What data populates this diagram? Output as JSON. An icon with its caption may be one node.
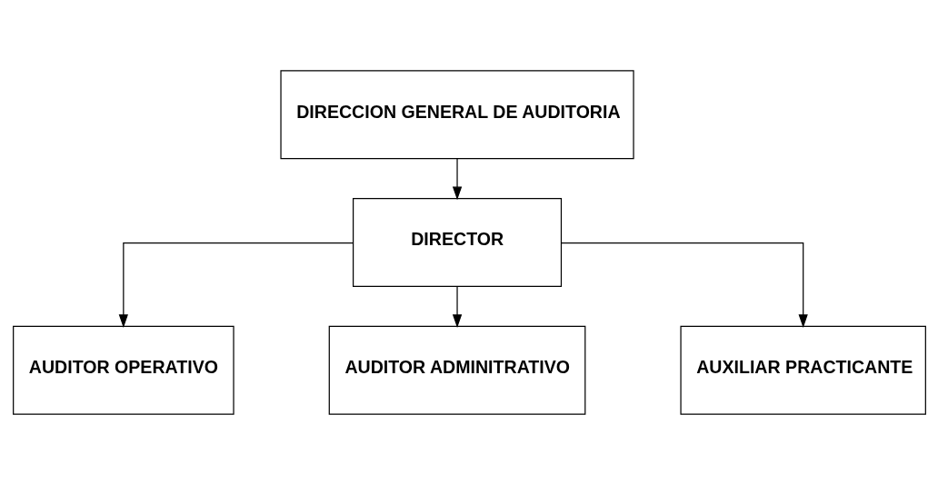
{
  "diagram": {
    "nodes": [
      {
        "text": [
          "DIRECCION GENERAL DE AUDITORIA"
        ]
      },
      {
        "text": [
          "DIRECTOR"
        ]
      },
      {
        "text": [
          "AUDITOR OPERATIVO"
        ]
      },
      {
        "text": [
          "AUDITOR ADMINITRATIVO"
        ]
      },
      {
        "text": [
          "AUXILIAR PRACTICANTE"
        ]
      }
    ],
    "edges": [
      {
        "from": 0,
        "to": 1,
        "arrow": "to"
      },
      {
        "from": 1,
        "to": 2,
        "arrow": "to"
      },
      {
        "from": 1,
        "to": 3,
        "arrow": "to"
      },
      {
        "from": 1,
        "to": 4,
        "arrow": "to"
      }
    ]
  }
}
